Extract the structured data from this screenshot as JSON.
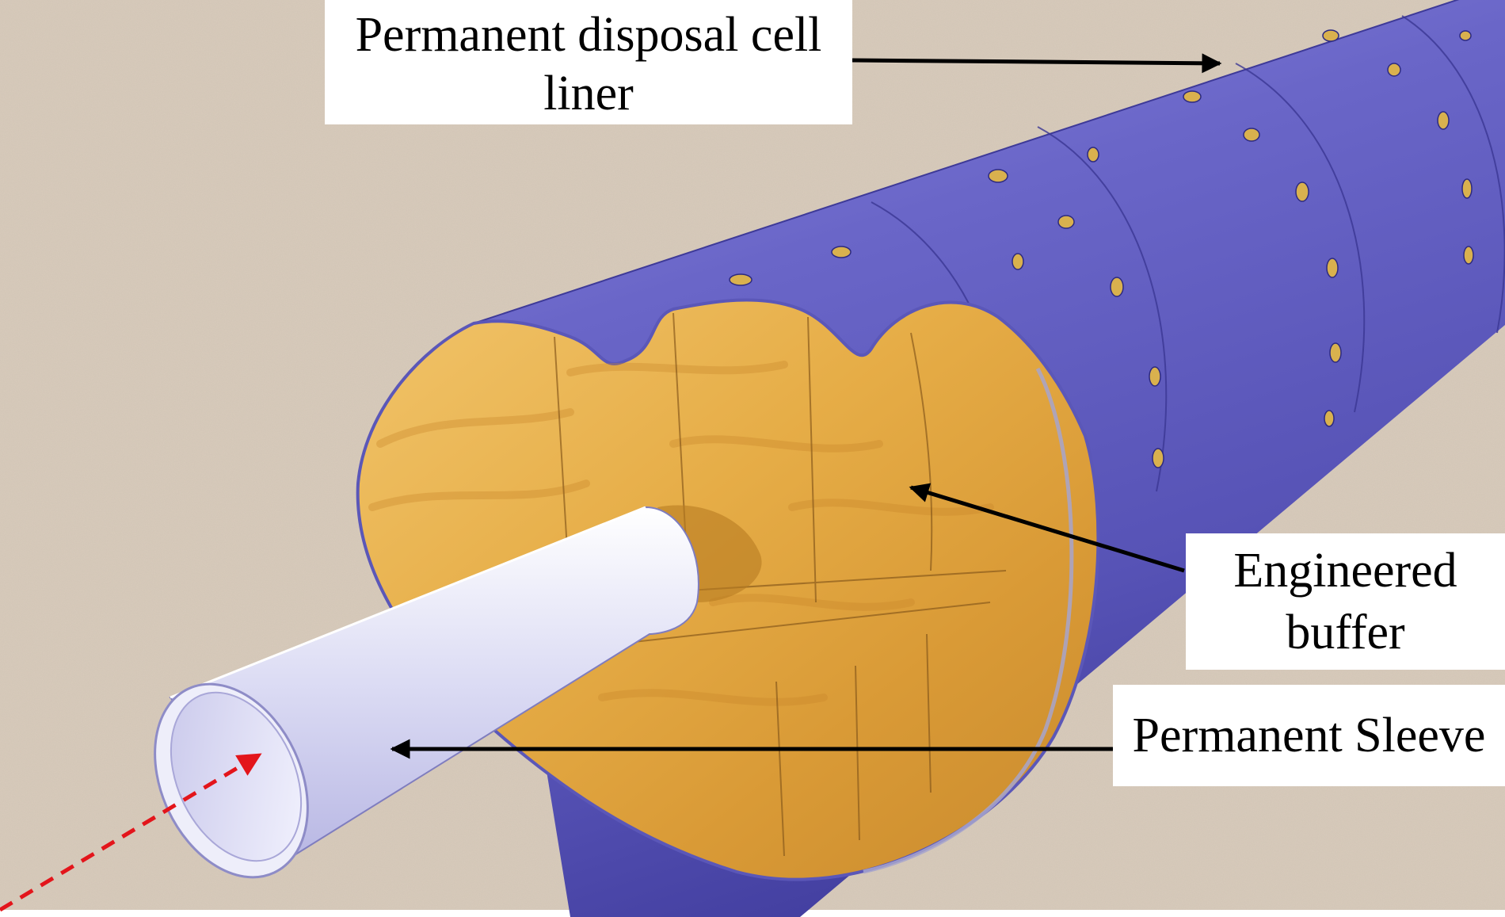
{
  "labels": {
    "liner": {
      "line1": "Permanent disposal cell",
      "line2": "liner"
    },
    "buffer": {
      "line1": "Engineered",
      "line2": "buffer"
    },
    "sleeve": {
      "line1": "Permanent Sleeve"
    }
  },
  "colors": {
    "background_rock": "#d8cbbb",
    "liner_blue": "#6a66c8",
    "buffer_gold": "#e8b14a",
    "sleeve_lavender": "#dcdcf4",
    "arrow_black": "#000000",
    "arrow_red": "#e3151b"
  }
}
